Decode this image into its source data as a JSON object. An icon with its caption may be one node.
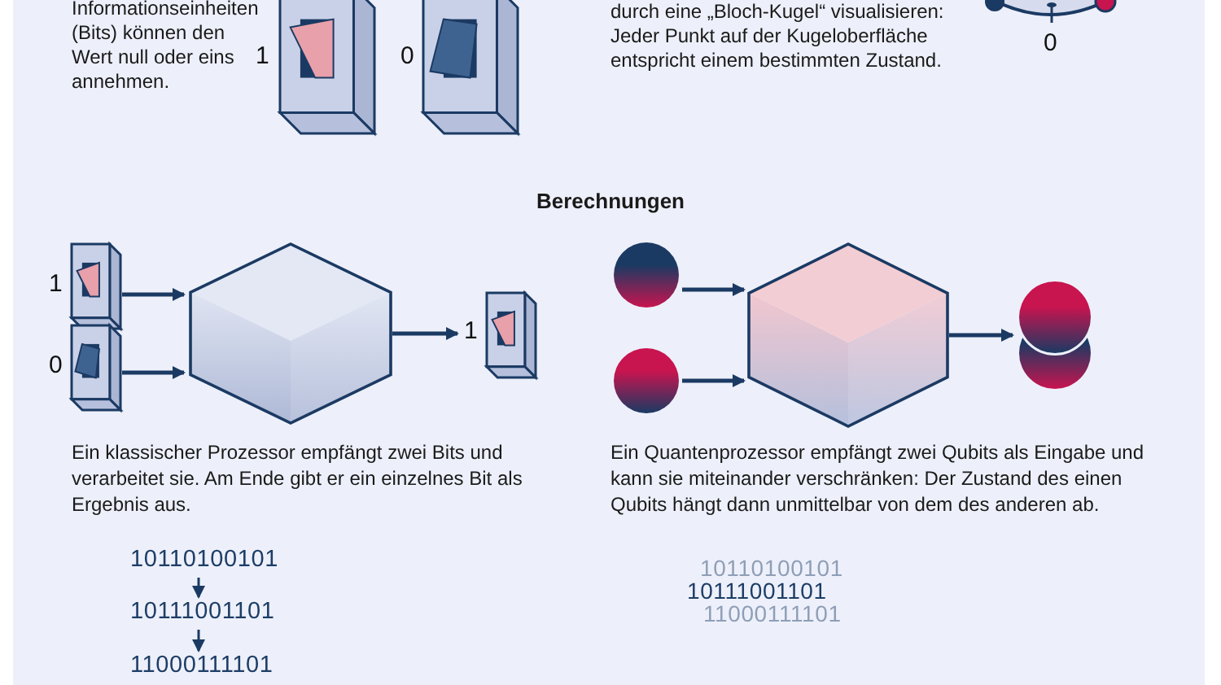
{
  "diagram": {
    "nodes": [
      {
        "text": [],
        "shape": "picture",
        "beside": [
          "1"
        ]
      },
      {
        "text": [],
        "shape": "picture",
        "beside": [
          "0"
        ]
      },
      {
        "text": [],
        "shape": "box"
      },
      {
        "text": [],
        "shape": "picture",
        "beside": [
          "1"
        ]
      },
      {
        "text": [],
        "shape": "circle"
      },
      {
        "text": [],
        "shape": "circle"
      },
      {
        "text": [],
        "shape": "box"
      },
      {
        "text": [],
        "shape": "picture"
      },
      {
        "text": [
          "10110100101"
        ]
      },
      {
        "text": [
          "10111001101"
        ]
      },
      {
        "text": [
          "11000111101"
        ]
      }
    ],
    "edges": [
      {
        "from": 0,
        "to": 2,
        "arrow": "to"
      },
      {
        "from": 1,
        "to": 2,
        "arrow": "to"
      },
      {
        "from": 2,
        "to": 3,
        "arrow": "to"
      },
      {
        "from": 4,
        "to": 6,
        "arrow": "to"
      },
      {
        "from": 5,
        "to": 6,
        "arrow": "to"
      },
      {
        "from": 6,
        "to": 7,
        "arrow": "to"
      },
      {
        "from": 8,
        "to": 9,
        "arrow": "to"
      },
      {
        "from": 9,
        "to": 10,
        "arrow": "to"
      }
    ],
    "labels": [
      "Informationseinheiten (Bits) können den Wert null oder eins annehmen.",
      "1",
      "0",
      "durch eine „Bloch-Kugel“ visualisieren: Jeder Punkt auf der Kugeloberfläche entspricht einem bestimmten Zustand.",
      "0",
      "Berechnungen",
      "Ein klassischer Prozessor empfängt zwei Bits und verarbeitet sie. Am Ende gibt er ein einzelnes Bit als Ergebnis aus.",
      "Ein Quantenprozessor empfängt zwei Qubits als Eingabe und kann sie miteinander verschränken: Der Zustand des einen Qubits hängt dann unmittelbar von dem des anderen ab.",
      "10110100101",
      "11000111101",
      "10111001101"
    ]
  }
}
